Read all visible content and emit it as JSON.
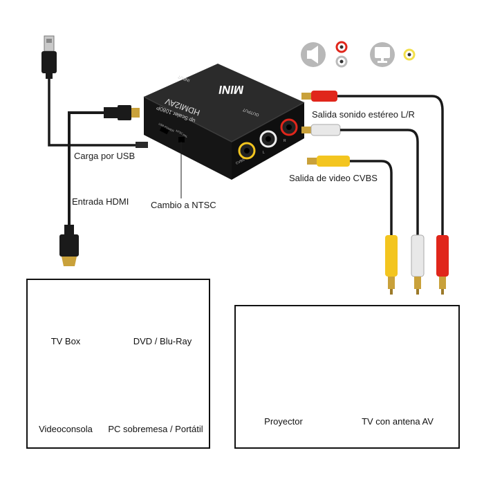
{
  "top_icons": {
    "audio_icon": "speaker-icon",
    "audio_jacks": "red-white-jacks-icon",
    "video_icon": "monitor-icon",
    "video_jack": "yellow-jack-icon"
  },
  "converter": {
    "brand": "MINI",
    "model": "HDMI2AV",
    "subtitle": "up Scaler 1080P",
    "input_text": "INPUT",
    "output_text": "OUTPUT",
    "usb_text": "USB POWER",
    "ntsc_text": "NTSC",
    "pal_text": "PAL",
    "cvbs_text": "CVBS",
    "l_text": "L",
    "r_text": "R"
  },
  "labels": {
    "usb": "Carga por USB",
    "hdmi": "Entrada HDMI",
    "ntsc": "Cambio a NTSC",
    "stereo": "Salida sonido estéreo L/R",
    "video": "Salida de video CVBS"
  },
  "sources": {
    "items": [
      {
        "label": "TV Box",
        "icon": "tv-box-icon"
      },
      {
        "label": "DVD / Blu-Ray",
        "icon": "dvd-player-icon"
      },
      {
        "label": "Videoconsola",
        "icon": "game-console-icon"
      },
      {
        "label": "PC sobremesa / Portátil",
        "icon": "pc-laptop-icon"
      }
    ]
  },
  "displays": {
    "items": [
      {
        "label": "Proyector",
        "icon": "projector-icon"
      },
      {
        "label": "TV con antena AV",
        "icon": "crt-tv-icon"
      }
    ]
  },
  "colors": {
    "red_plug": "#e0261b",
    "white_plug": "#e8e8e8",
    "yellow_plug": "#f3c51f",
    "device_body": "#1c1c1c",
    "gold": "#c9a13a"
  }
}
